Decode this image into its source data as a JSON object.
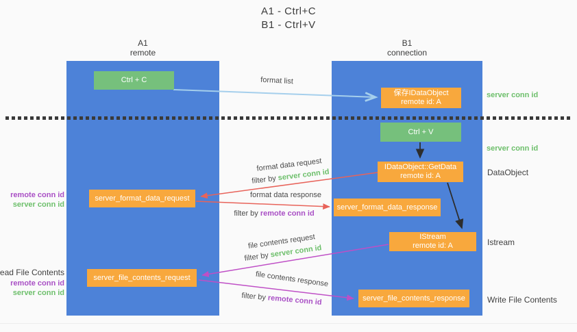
{
  "title": {
    "line1": "A1 - Ctrl+C",
    "line2": "B1 - Ctrl+V"
  },
  "lanes": {
    "a1": {
      "title": "A1",
      "subtitle": "remote"
    },
    "b1": {
      "title": "B1",
      "subtitle": "connection"
    }
  },
  "nodes": {
    "ctrl_c": "Ctrl + C",
    "ctrl_v": "Ctrl + V",
    "save_dataobject": {
      "line1": "保存IDataObject",
      "line2": "remote id: A"
    },
    "getdata": {
      "line1": "IDataObject::GetData",
      "line2": "remote id: A"
    },
    "istream": {
      "line1": "IStream",
      "line2": "remote id: A"
    },
    "format_request": "server_format_data_request",
    "format_response": "server_format_data_response",
    "file_request": "server_file_contents_request",
    "file_response": "server_file_contents_response"
  },
  "edges": {
    "format_list": {
      "label": "format list"
    },
    "format_request": {
      "label": "format data request",
      "filter_prefix": "filter by ",
      "filter_key": "server conn id"
    },
    "format_response": {
      "label": "format data response",
      "filter_prefix": "filter by ",
      "filter_key": "remote conn id"
    },
    "file_request": {
      "label": "file contents request",
      "filter_prefix": "filter by ",
      "filter_key": "server conn id"
    },
    "file_response": {
      "label": "file contents response",
      "filter_prefix": "filter by ",
      "filter_key": "remote conn id"
    }
  },
  "annotations": {
    "save_server_conn": "server conn id",
    "paste_server_conn": "server conn id",
    "dataobject": "DataObject",
    "istream": "Istream",
    "write_file": "Write File Contents",
    "read_file": "Read File Contents",
    "format_remote_conn": "remote conn id",
    "format_server_conn": "server conn id",
    "file_remote_conn": "remote conn id",
    "file_server_conn": "server conn id"
  },
  "colors": {
    "lane_blue": "#4d82d8",
    "green_box": "#76c07c",
    "orange_box": "#f8a83d",
    "green_text": "#6dbf6b",
    "purple_text": "#a94fc5",
    "arrow_blue": "#a5cfec",
    "arrow_red": "#e8635a",
    "arrow_magenta": "#bf4fc6",
    "arrow_black": "#2d2d2d"
  }
}
